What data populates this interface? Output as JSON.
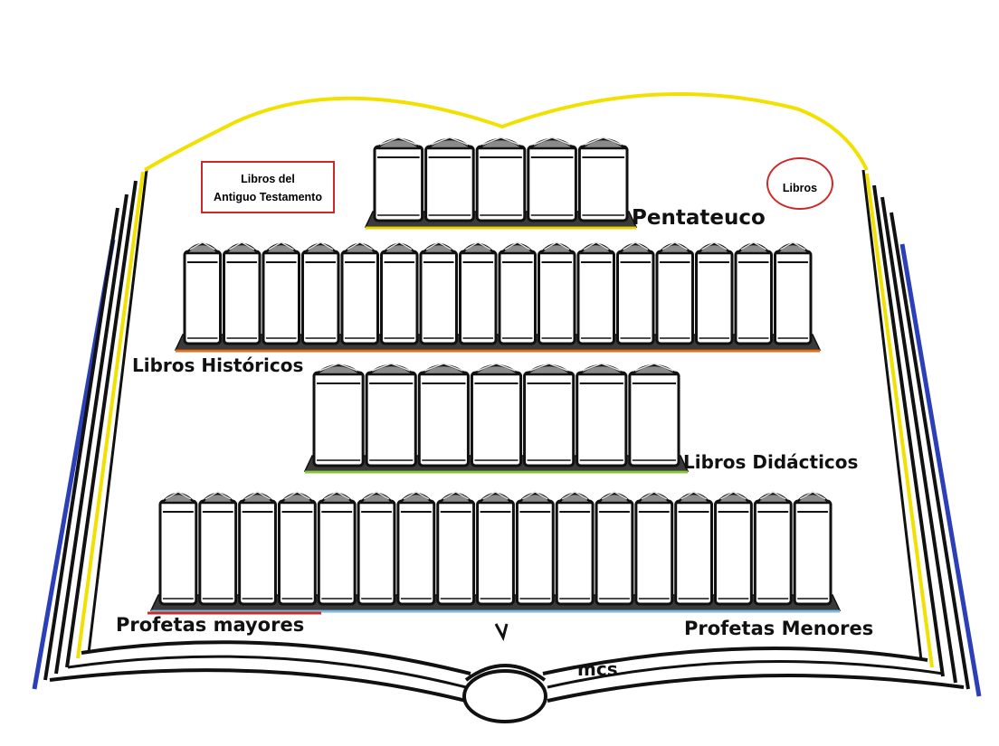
{
  "title": {
    "line1": "Libros del",
    "line2": "Antiguo  Testamento"
  },
  "circle_label": "Libros",
  "shelves": [
    {
      "id": "pentateuco",
      "label": "Pentateuco",
      "book_count": 5,
      "shelf_color": "#e6d400"
    },
    {
      "id": "historicos",
      "label": "Libros Históricos",
      "book_count": 16,
      "shelf_color": "#e0701a"
    },
    {
      "id": "didacticos",
      "label": "Libros Didácticos",
      "book_count": 7,
      "shelf_color": "#8cc63f"
    },
    {
      "id": "profetas",
      "label_left": "Profetas mayores",
      "label_right": "Profetas Menores",
      "book_count": 17,
      "shelf_color": "#7fb8d8",
      "left_underline_color": "#cc2a2a"
    }
  ],
  "signature": "mcs",
  "colors": {
    "page_edge_yellow": "#f2e100",
    "page_edge_blue": "#2b3fb8",
    "outline": "#111111",
    "accent_red": "#cc2a2a"
  }
}
